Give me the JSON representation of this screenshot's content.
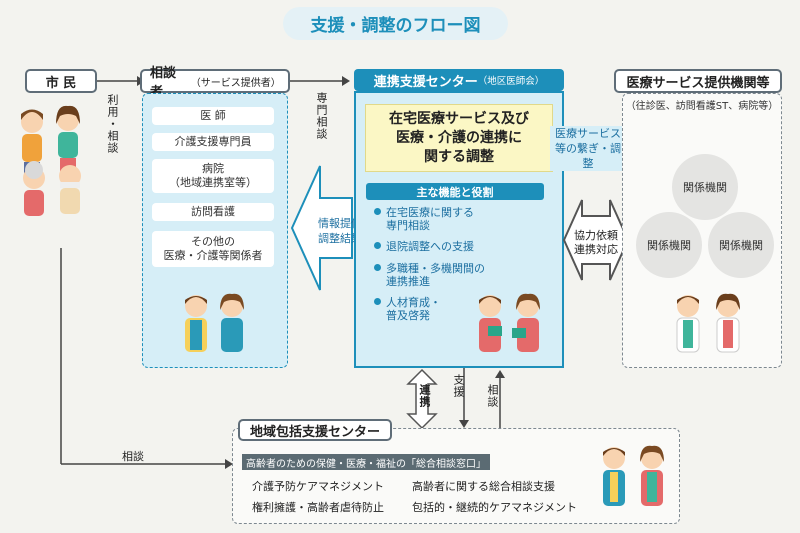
{
  "title": "支援・調整のフロー図",
  "citizen": {
    "label": "市 民"
  },
  "arrow_use_label": "利用・相談",
  "consultant": {
    "label": "相談者",
    "sublabel": "（サービス提供者）",
    "roles": [
      {
        "lines": [
          "医 師"
        ]
      },
      {
        "lines": [
          "介護支援専門員"
        ]
      },
      {
        "lines": [
          "病院",
          "（地域連携室等）"
        ]
      },
      {
        "lines": [
          "訪問看護"
        ]
      },
      {
        "lines": [
          "その他の",
          "医療・介護等関係者"
        ]
      }
    ]
  },
  "arrow_specialist_label": "専門相談",
  "info_arrow": {
    "lines": [
      "情報提供",
      "調整結果"
    ]
  },
  "center": {
    "label": "連携支援センター",
    "sublabel": "（地区医師会）",
    "main_lines": [
      "在宅医療サービス及び",
      "医療・介護の連携に",
      "関する調整"
    ],
    "functions_heading": "主な機能と役割",
    "functions": [
      [
        "在宅医療に関する",
        "専門相談"
      ],
      [
        "退院調整への支援"
      ],
      [
        "多職種・多機関間の",
        "連携推進"
      ],
      [
        "人材育成・",
        "普及啓発"
      ]
    ]
  },
  "medical_link_note": [
    "医療サービス",
    "等の繋ぎ・調整"
  ],
  "coop_arrow": {
    "lines": [
      "協力依頼",
      "連携対応"
    ]
  },
  "providers": {
    "label": "医療サービス提供機関等",
    "sublabel": "（往診医、訪問看護ST、病院等）",
    "circles": [
      "関係機関",
      "関係機関",
      "関係機関"
    ]
  },
  "vertical_arrows": {
    "cooperation": "連携",
    "support": "支援",
    "consult": "相談"
  },
  "citizen_to_center_label": "相談",
  "community": {
    "label": "地域包括支援センター",
    "heading": "高齢者のための保健・医療・福祉の「総合相談窓口」",
    "items": [
      "介護予防ケアマネジメント",
      "高齢者に関する総合相談支援",
      "権利擁護・高齢者虐待防止",
      "包括的・継続的ケアマネジメント"
    ]
  },
  "colors": {
    "accent_blue": "#1d8fba",
    "panel_light": "#d6eef7",
    "yellow": "#fbf7c5",
    "gray_dark": "#5b6b73"
  }
}
